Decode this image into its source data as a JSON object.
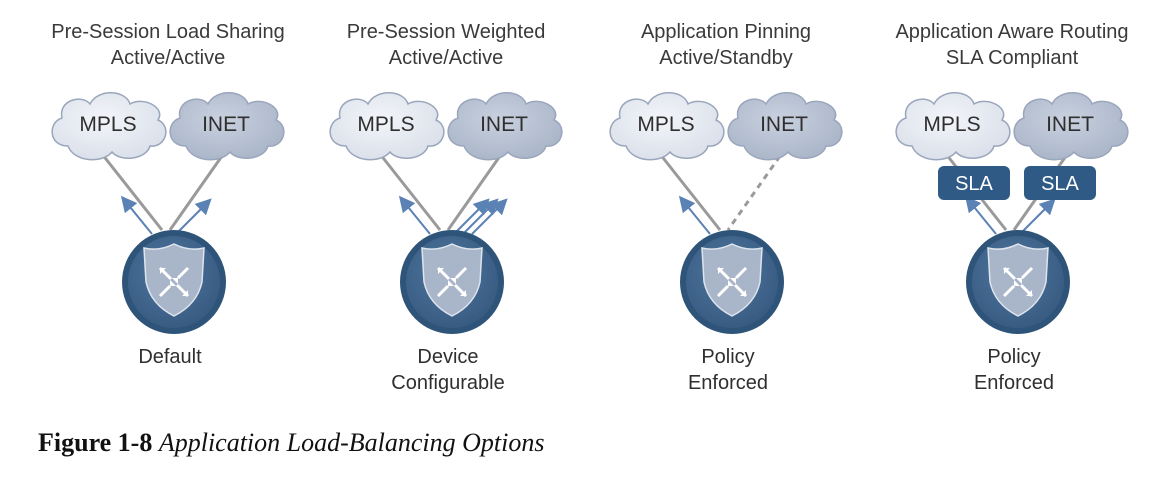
{
  "colors": {
    "mpls_cloud": "#e4e8f0",
    "inet_cloud": "#b8c2d4",
    "cloud_stroke": "#9aa6bc",
    "link": "#9a9a9a",
    "router_body": "#43688f",
    "router_ring": "#2f5479",
    "shield": "#a9b5c9",
    "arrow": "#5b82b4",
    "sla_box": "#2f5a85"
  },
  "panels": [
    {
      "title_lines": [
        "Pre-Session Load Sharing",
        "Active/Active"
      ],
      "clouds": [
        "MPLS",
        "INET"
      ],
      "device_label_lines": [
        "Default"
      ],
      "inet_link_style": "solid",
      "right_arrows": 1,
      "sla_badges": []
    },
    {
      "title_lines": [
        "Pre-Session Weighted",
        "Active/Active"
      ],
      "clouds": [
        "MPLS",
        "INET"
      ],
      "device_label_lines": [
        "Device",
        "Configurable"
      ],
      "inet_link_style": "solid",
      "right_arrows": 3,
      "sla_badges": []
    },
    {
      "title_lines": [
        "Application Pinning",
        "Active/Standby"
      ],
      "clouds": [
        "MPLS",
        "INET"
      ],
      "device_label_lines": [
        "Policy",
        "Enforced"
      ],
      "inet_link_style": "dashed",
      "right_arrows": 0,
      "sla_badges": []
    },
    {
      "title_lines": [
        "Application Aware Routing",
        "SLA Compliant"
      ],
      "clouds": [
        "MPLS",
        "INET"
      ],
      "device_label_lines": [
        "Policy",
        "Enforced"
      ],
      "inet_link_style": "solid",
      "right_arrows": 1,
      "sla_badges": [
        "SLA",
        "SLA"
      ]
    }
  ],
  "caption": {
    "number": "Figure 1-8",
    "text": "Application Load-Balancing Options"
  }
}
